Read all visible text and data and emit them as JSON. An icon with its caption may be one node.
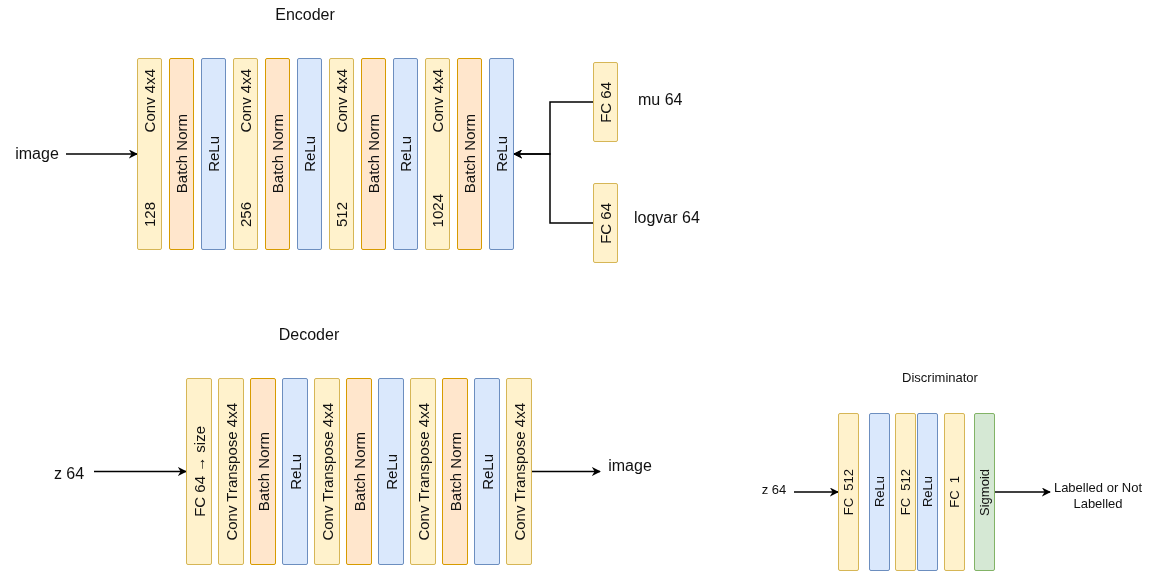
{
  "diagram": {
    "nodes": [
      {
        "text": [
          "image"
        ]
      },
      {
        "text": [
          "Conv 4x4",
          "128"
        ]
      },
      {
        "text": [
          "Batch Norm"
        ]
      },
      {
        "text": [
          "ReLu"
        ]
      },
      {
        "text": [
          "Conv 4x4",
          "256"
        ]
      },
      {
        "text": [
          "Batch Norm"
        ]
      },
      {
        "text": [
          "ReLu"
        ]
      },
      {
        "text": [
          "Conv 4x4",
          "512"
        ]
      },
      {
        "text": [
          "Batch Norm"
        ]
      },
      {
        "text": [
          "ReLu"
        ]
      },
      {
        "text": [
          "Conv 4x4",
          "1024"
        ]
      },
      {
        "text": [
          "Batch Norm"
        ]
      },
      {
        "text": [
          "ReLu"
        ]
      },
      {
        "text": [
          "FC 64"
        ],
        "beside": [
          "mu 64"
        ]
      },
      {
        "text": [
          "FC 64"
        ],
        "beside": [
          "logvar 64"
        ]
      },
      {
        "text": [
          "z 64"
        ]
      },
      {
        "text": [
          "FC 64 → size"
        ]
      },
      {
        "text": [
          "Conv Transpose 4x4"
        ]
      },
      {
        "text": [
          "Batch Norm"
        ]
      },
      {
        "text": [
          "ReLu"
        ]
      },
      {
        "text": [
          "Conv Transpose 4x4"
        ]
      },
      {
        "text": [
          "Batch Norm"
        ]
      },
      {
        "text": [
          "ReLu"
        ]
      },
      {
        "text": [
          "Conv Transpose 4x4"
        ]
      },
      {
        "text": [
          "Batch Norm"
        ]
      },
      {
        "text": [
          "ReLu"
        ]
      },
      {
        "text": [
          "Conv Transpose 4x4"
        ]
      },
      {
        "text": [
          "image"
        ]
      },
      {
        "text": [
          "z 64"
        ]
      },
      {
        "text": [
          "FC  512"
        ]
      },
      {
        "text": [
          "ReLu"
        ]
      },
      {
        "text": [
          "FC  512"
        ]
      },
      {
        "text": [
          "ReLu"
        ]
      },
      {
        "text": [
          "FC  1"
        ]
      },
      {
        "text": [
          "Sigmoid"
        ]
      },
      {
        "text": [
          "Labelled or Not Labelled"
        ]
      }
    ],
    "edges": [
      {
        "from": 0,
        "to": 1,
        "arrow": "to"
      },
      {
        "from": 13,
        "to": 12,
        "arrow": "to"
      },
      {
        "from": 14,
        "to": 12,
        "arrow": "to"
      },
      {
        "from": 15,
        "to": 16,
        "arrow": "to"
      },
      {
        "from": 26,
        "to": 27,
        "arrow": "to"
      },
      {
        "from": 28,
        "to": 29,
        "arrow": "to"
      },
      {
        "from": 34,
        "to": 35,
        "arrow": "to"
      }
    ],
    "labels": [
      "Encoder",
      "Decoder",
      "Discriminator"
    ]
  }
}
